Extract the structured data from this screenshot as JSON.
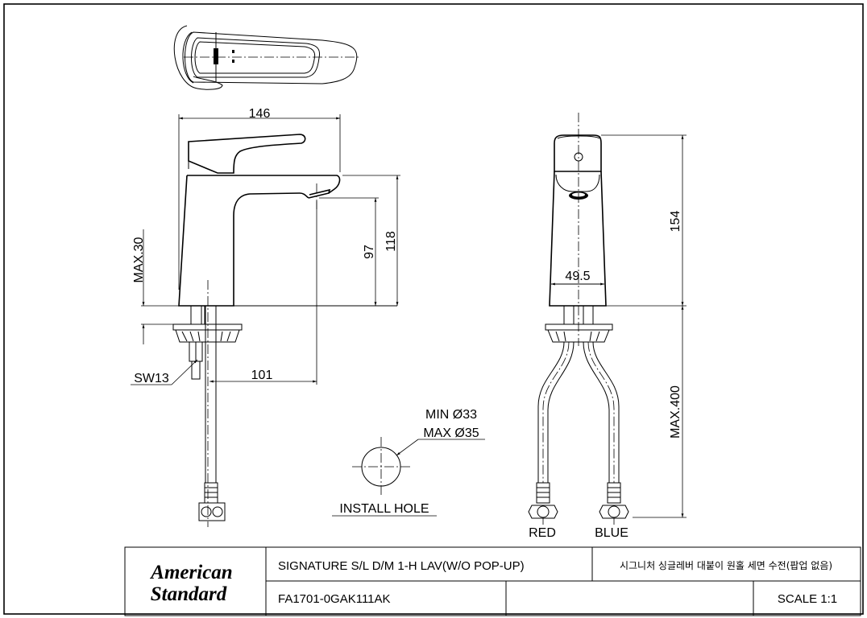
{
  "drawing": {
    "dimensions": {
      "overall_length": "146",
      "spout_height": "118",
      "outlet_height": "97",
      "max_deck_thickness": "MAX.30",
      "spout_reach": "101",
      "wrench_size": "SW13",
      "total_height": "154",
      "body_width": "49.5",
      "hose_length": "MAX.400"
    },
    "install_hole": {
      "min": "MIN Ø33",
      "max": "MAX Ø35",
      "label": "INSTALL HOLE"
    },
    "hoses": {
      "hot": "RED",
      "cold": "BLUE"
    }
  },
  "title_block": {
    "logo_line1": "American",
    "logo_line2": "Standard",
    "product_name": "SIGNATURE S/L D/M 1-H LAV(W/O POP-UP)",
    "product_name_korean": "시그니처 싱글레버 대붙이 원홀 세면 수전(팝업 없음)",
    "model_number": "FA1701-0GAK111AK",
    "blank_cell": "",
    "scale": "SCALE 1:1"
  }
}
